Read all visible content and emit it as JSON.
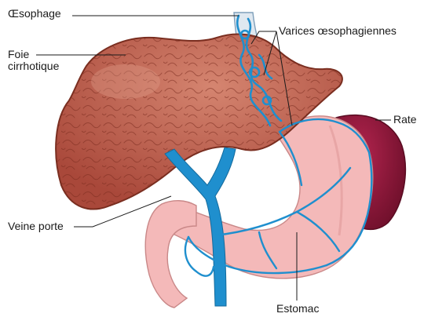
{
  "labels": {
    "oesophagus": "Œsophage",
    "liver": "Foie\ncirrhotique",
    "varices": "Varices œsophagiennes",
    "spleen": "Rate",
    "portal_vein": "Veine porte",
    "stomach": "Estomac"
  },
  "colors": {
    "liver": "#bb5a47",
    "liver_outline": "#7a2e20",
    "vessel": "#1f8fce",
    "stomach": "#f4b9b9",
    "spleen": "#8f1738",
    "esophagus": "#dfe8f0"
  }
}
